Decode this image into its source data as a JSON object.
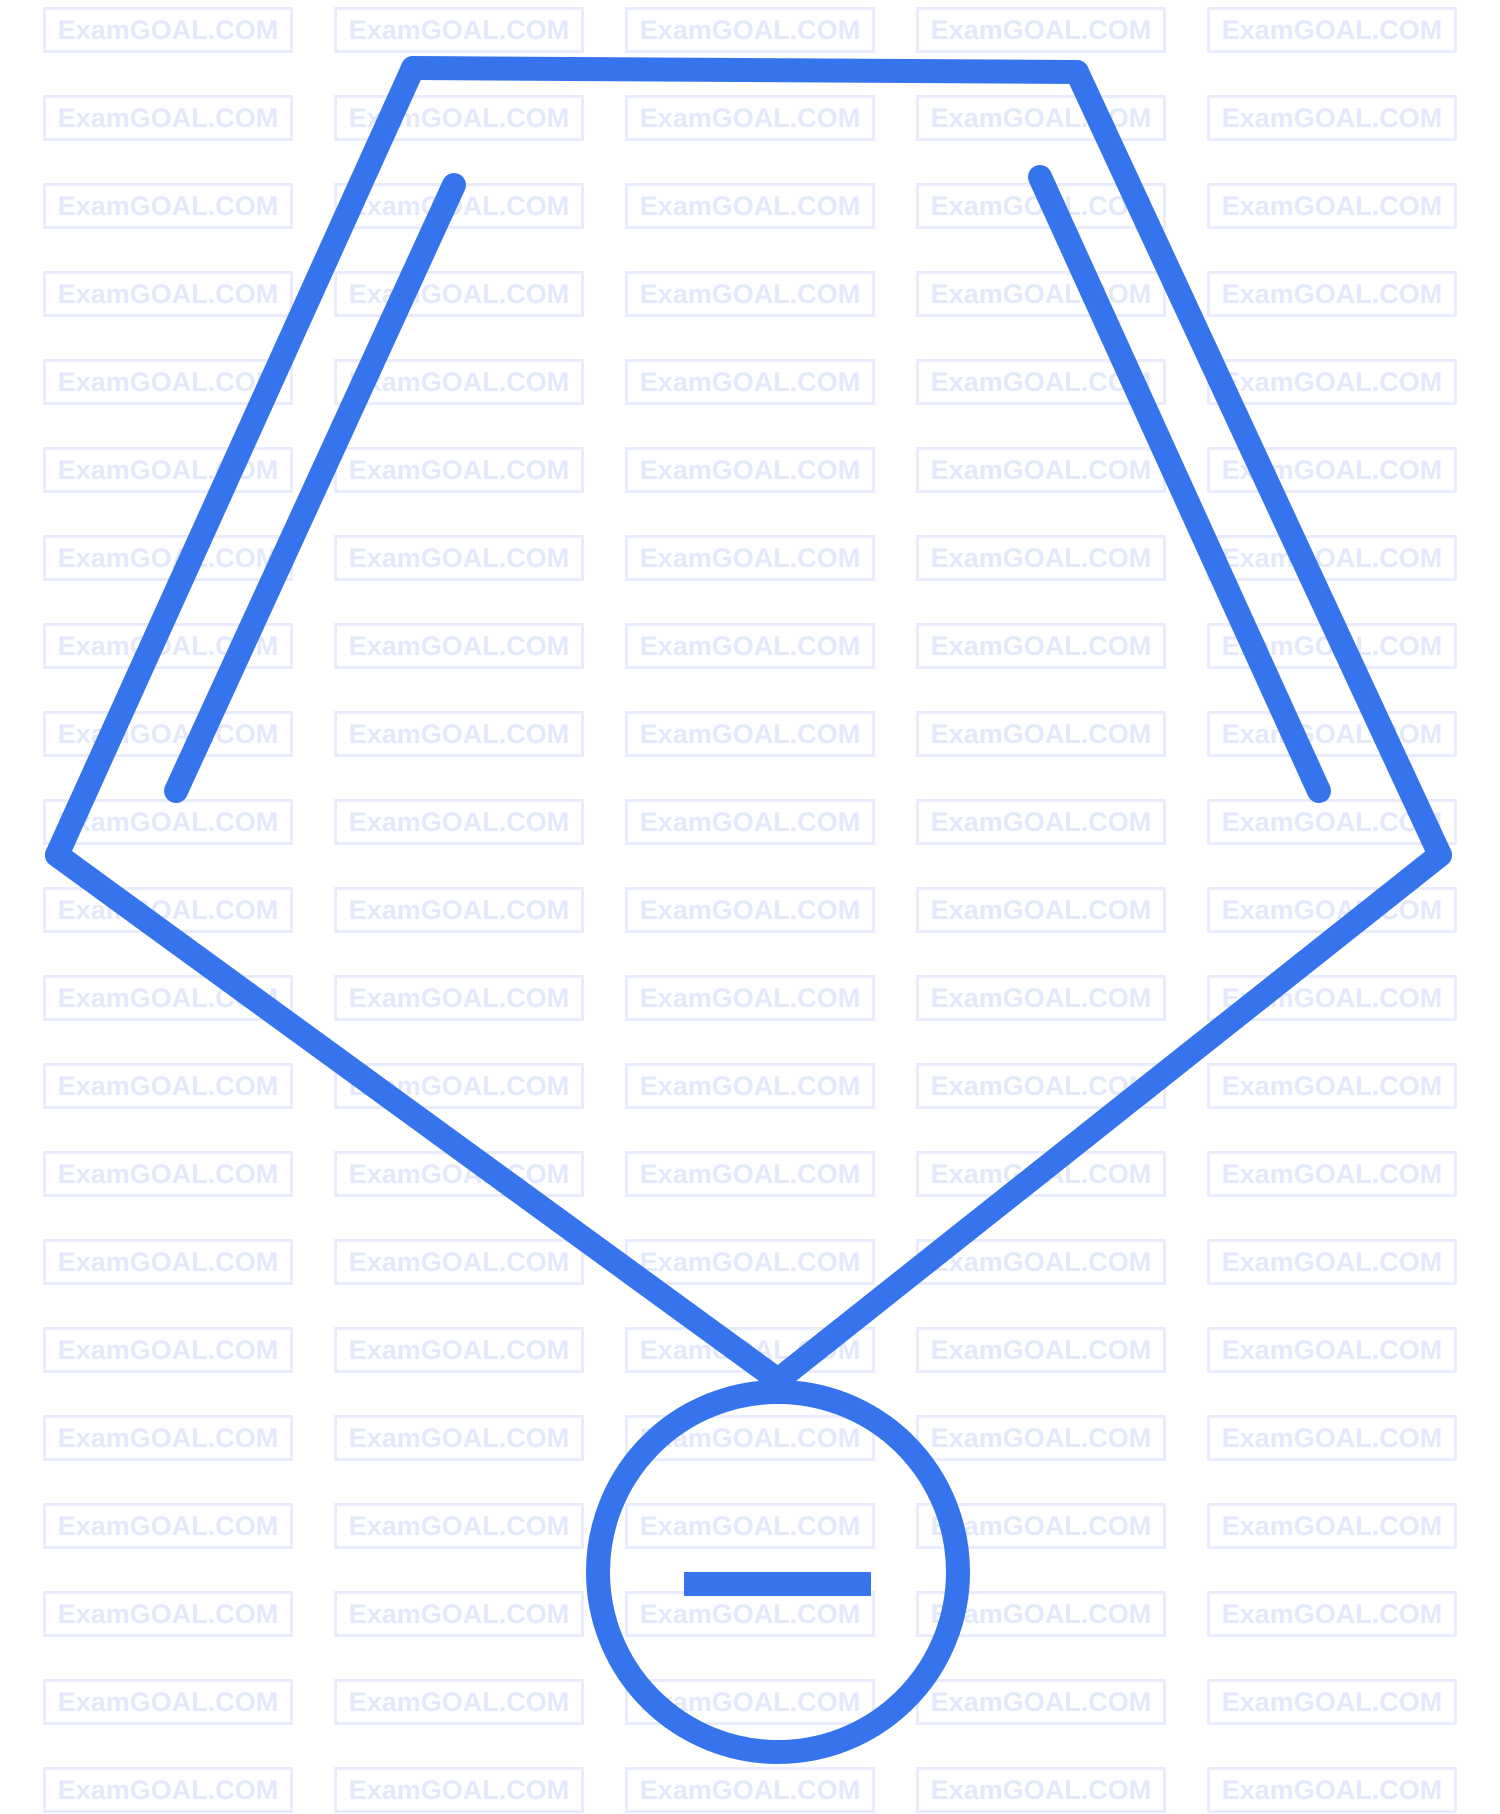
{
  "watermark": {
    "text": "ExamGOAL.COM",
    "color": "#e3e8fb"
  },
  "molecule": {
    "name": "cyclopentadienyl-anion",
    "ring_size": 5,
    "double_bonds": 2,
    "charge_symbol": "−",
    "charge": -1,
    "stroke_color": "#3674ee"
  }
}
